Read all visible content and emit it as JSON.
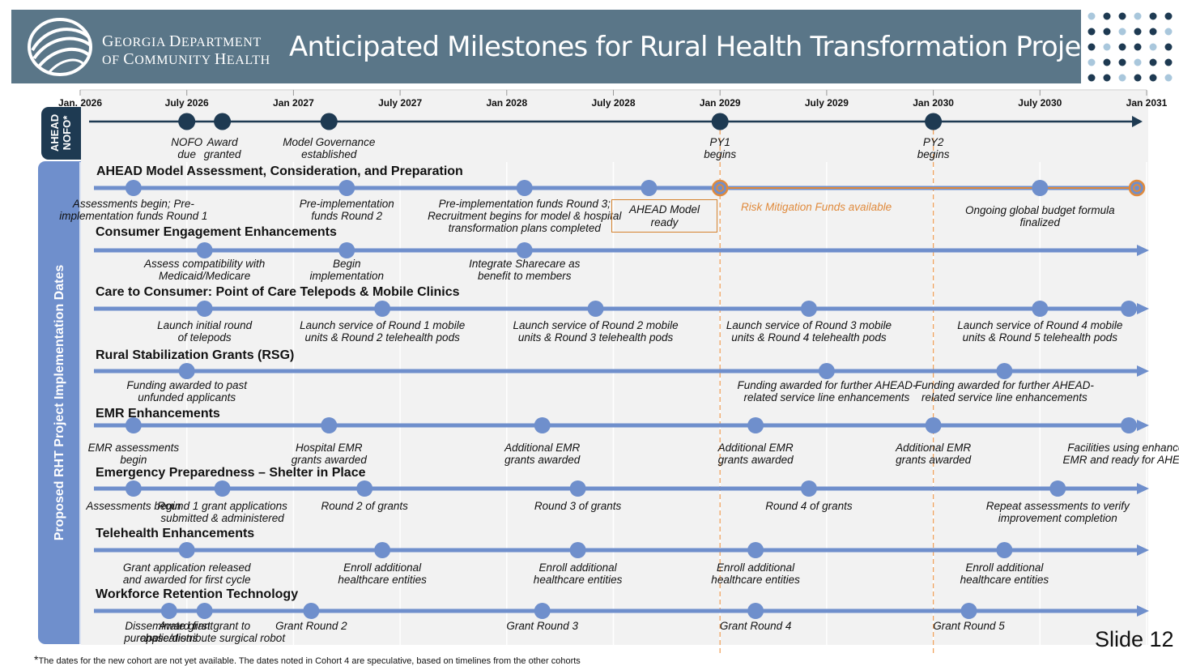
{
  "header": {
    "dept_line1": [
      "G",
      "EORGIA ",
      "D",
      "EPARTMENT"
    ],
    "dept_line2": [
      "OF ",
      "C",
      "OMMUNITY ",
      "H",
      "EALTH"
    ],
    "title": "Anticipated Milestones for Rural Health Transformation Projects"
  },
  "timeline": {
    "start": "2026-01",
    "end": "2031-01",
    "ticks": [
      {
        "label": "Jan. 2026",
        "date": "2026-01"
      },
      {
        "label": "July 2026",
        "date": "2026-07"
      },
      {
        "label": "Jan 2027",
        "date": "2027-01"
      },
      {
        "label": "July 2027",
        "date": "2027-07"
      },
      {
        "label": "Jan 2028",
        "date": "2028-01"
      },
      {
        "label": "July 2028",
        "date": "2028-07"
      },
      {
        "label": "Jan 2029",
        "date": "2029-01"
      },
      {
        "label": "July 2029",
        "date": "2029-07"
      },
      {
        "label": "Jan 2030",
        "date": "2030-01"
      },
      {
        "label": "July 2030",
        "date": "2030-07"
      },
      {
        "label": "Jan 2031",
        "date": "2031-01"
      }
    ],
    "dashed_dates": [
      "2029-01",
      "2030-01"
    ]
  },
  "side_labels": {
    "ahead": [
      "AHEAD",
      "NOFO*"
    ],
    "implementation": "Proposed RHT Project Implementation Dates"
  },
  "ahead_nofo": {
    "milestones": [
      {
        "date": "2026-07",
        "label": [
          "NOFO",
          "due"
        ]
      },
      {
        "date": "2026-09",
        "label": [
          "Award",
          "granted"
        ]
      },
      {
        "date": "2027-03",
        "label": [
          "Model Governance",
          "established"
        ]
      },
      {
        "date": "2029-01",
        "label": [
          "PY1",
          "begins"
        ]
      },
      {
        "date": "2030-01",
        "label": [
          "PY2",
          "begins"
        ]
      }
    ]
  },
  "sections": [
    {
      "title": "AHEAD Model Assessment, Consideration, and Preparation",
      "milestones": [
        {
          "date": "2026-04",
          "label": [
            "Assessments begin; Pre-",
            "implementation funds Round 1"
          ]
        },
        {
          "date": "2027-04",
          "label": [
            "Pre-implementation",
            "funds Round 2"
          ]
        },
        {
          "date": "2028-02",
          "label": [
            "Pre-implementation funds Round 3;",
            "Recruitment begins for model & hospital",
            "transformation plans completed"
          ]
        },
        {
          "date": "2028-09"
        },
        {
          "date": "2029-01",
          "style": "orange"
        },
        {
          "date": "2030-07"
        },
        {
          "date": "2031-00",
          "style": "orange"
        }
      ],
      "ahead_ready_box": [
        "AHEAD Model",
        "ready"
      ],
      "risk_text": "Risk Mitigation Funds available",
      "extra_label": {
        "date": "2030-07",
        "label": [
          "Ongoing global budget formula",
          "finalized"
        ]
      }
    },
    {
      "title": "Consumer Engagement Enhancements",
      "milestones": [
        {
          "date": "2026-08",
          "label": [
            "Assess compatibility with",
            "Medicaid/Medicare"
          ]
        },
        {
          "date": "2027-04",
          "label": [
            "Begin",
            "implementation"
          ]
        },
        {
          "date": "2028-02",
          "label": [
            "Integrate Sharecare as",
            "benefit to members"
          ]
        }
      ]
    },
    {
      "title": "Care to Consumer: Point of Care Telepods & Mobile Clinics",
      "milestones": [
        {
          "date": "2026-08",
          "label": [
            "Launch initial round",
            "of telepods"
          ]
        },
        {
          "date": "2027-06",
          "label": [
            "Launch service of Round 1 mobile",
            "units & Round 2 telehealth pods"
          ]
        },
        {
          "date": "2028-06",
          "label": [
            "Launch service of Round 2 mobile",
            "units & Round 3 telehealth pods"
          ]
        },
        {
          "date": "2029-06",
          "label": [
            "Launch service of Round 3 mobile",
            "units & Round 4 telehealth pods"
          ]
        },
        {
          "date": "2030-07",
          "label": [
            "Launch service of Round 4 mobile",
            "units & Round 5 telehealth pods"
          ]
        },
        {
          "date": "2030-12"
        }
      ]
    },
    {
      "title": "Rural Stabilization Grants (RSG)",
      "milestones": [
        {
          "date": "2026-07",
          "label": [
            "Funding awarded to past",
            "unfunded applicants"
          ]
        },
        {
          "date": "2029-07",
          "label": [
            "Funding awarded for further AHEAD-",
            "related service line enhancements"
          ]
        },
        {
          "date": "2030-05",
          "label": [
            "Funding awarded for further AHEAD-",
            "related service line enhancements"
          ]
        }
      ]
    },
    {
      "title": "EMR Enhancements",
      "milestones": [
        {
          "date": "2026-04",
          "label": [
            "EMR assessments",
            "begin"
          ]
        },
        {
          "date": "2027-03",
          "label": [
            "Hospital EMR",
            "grants awarded"
          ]
        },
        {
          "date": "2028-03",
          "label": [
            "Additional EMR",
            "grants awarded"
          ]
        },
        {
          "date": "2029-03",
          "label": [
            "Additional EMR",
            "grants awarded"
          ]
        },
        {
          "date": "2030-01",
          "label": [
            "Additional EMR",
            "grants awarded"
          ]
        },
        {
          "date": "2030-12",
          "label": [
            "Facilities using enhanced",
            "EMR and ready for AHEAD"
          ]
        }
      ]
    },
    {
      "title": "Emergency Preparedness – Shelter in Place",
      "milestones": [
        {
          "date": "2026-04",
          "label": [
            "Assessments begin"
          ]
        },
        {
          "date": "2026-09",
          "label": [
            "Round 1 grant applications",
            "submitted & administered"
          ]
        },
        {
          "date": "2027-05",
          "label": [
            "Round 2 of grants"
          ]
        },
        {
          "date": "2028-05",
          "label": [
            "Round 3 of grants"
          ]
        },
        {
          "date": "2029-06",
          "label": [
            "Round 4 of grants"
          ]
        },
        {
          "date": "2030-08",
          "label": [
            "Repeat assessments to verify",
            "improvement completion"
          ]
        }
      ]
    },
    {
      "title": "Telehealth Enhancements",
      "milestones": [
        {
          "date": "2026-07",
          "label": [
            "Grant application released",
            "and awarded for first cycle"
          ]
        },
        {
          "date": "2027-06",
          "label": [
            "Enroll additional",
            "healthcare entities"
          ]
        },
        {
          "date": "2028-05",
          "label": [
            "Enroll additional",
            "healthcare entities"
          ]
        },
        {
          "date": "2029-03",
          "label": [
            "Enroll additional",
            "healthcare entities"
          ]
        },
        {
          "date": "2030-05",
          "label": [
            "Enroll additional",
            "healthcare entities"
          ]
        }
      ]
    },
    {
      "title": "Workforce Retention Technology",
      "milestones": [
        {
          "date": "2026-06",
          "label": [
            "Disseminate grant",
            "applications"
          ]
        },
        {
          "date": "2026-08",
          "label": [
            "Award first grant to",
            "purchase/distribute surgical robot"
          ]
        },
        {
          "date": "2027-02",
          "label": [
            "Grant Round 2"
          ]
        },
        {
          "date": "2028-03",
          "label": [
            "Grant Round 3"
          ]
        },
        {
          "date": "2029-03",
          "label": [
            "Grant Round 4"
          ]
        },
        {
          "date": "2030-03",
          "label": [
            "Grant Round 5"
          ]
        }
      ]
    }
  ],
  "slide_number": "Slide 12",
  "footnote": {
    "star": "*",
    "text": "The dates for the new cohort are not yet available. The dates noted in Cohort 4 are speculative, based on timelines from the other cohorts"
  },
  "colors": {
    "header": "#5a7688",
    "navy": "#1e3a52",
    "blue": "#6f8fcc",
    "orange": "#e08a3c",
    "panel": "#f2f2f2"
  },
  "icons": {
    "logo": "globe-swirl-logo",
    "decoration": "dot-grid-pattern"
  }
}
